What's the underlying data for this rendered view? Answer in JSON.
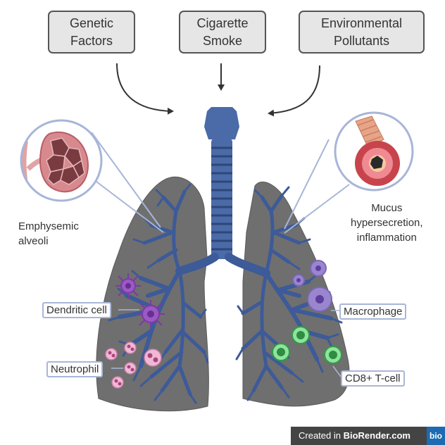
{
  "factors": {
    "genetic": "Genetic\nFactors",
    "cigarette": "Cigarette\nSmoke",
    "environmental": "Environmental\nPollutants"
  },
  "annotations": {
    "emphysema": "Emphysemic\nalveoli",
    "mucus": "Mucus\nhypersecretion,\ninflammation"
  },
  "cells": {
    "dendritic": "Dendritic cell",
    "neutrophil": "Neutrophil",
    "macrophage": "Macrophage",
    "cd8": "CD8+ T-cell"
  },
  "badge": {
    "prefix": "Created in ",
    "brand": "BioRender.com",
    "logo": "bio"
  },
  "colors": {
    "lung": "#6f6f6f",
    "airway": "#3d5a99",
    "trachea": "#4a6aa8",
    "callout": "#a7b5d8",
    "dendritic": "#9b59c4",
    "neutrophil": "#f1b8d6",
    "macrophage": "#9a86cf",
    "tcell": "#55c86a"
  }
}
